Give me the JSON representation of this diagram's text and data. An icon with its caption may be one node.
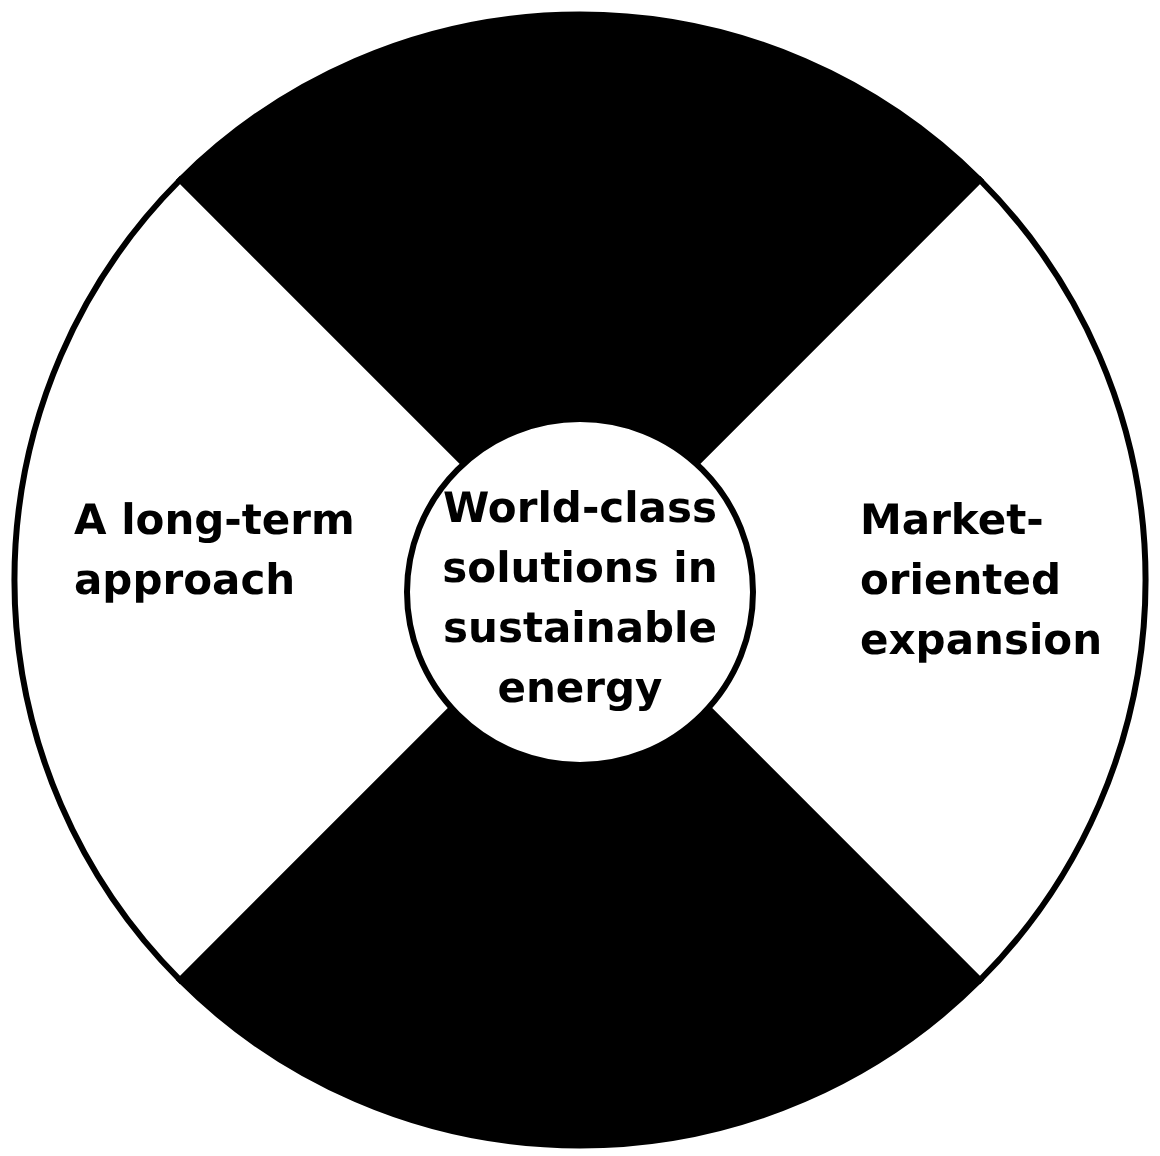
{
  "diagram": {
    "nodes": [
      {
        "text": [],
        "shape": "wedge"
      },
      {
        "text": [
          "A long-term approach"
        ]
      },
      {
        "text": [
          "World-class solutions in sustainable energy"
        ]
      },
      {
        "text": [
          "Market-oriented expansion"
        ]
      },
      {
        "text": [],
        "shape": "wedge"
      }
    ]
  }
}
